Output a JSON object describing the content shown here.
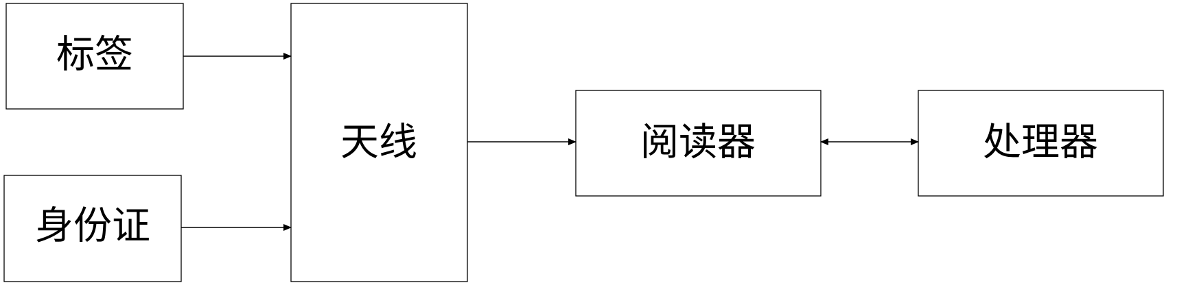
{
  "diagram": {
    "nodes": {
      "tag": {
        "label": "标签"
      },
      "id_card": {
        "label": "身份证"
      },
      "antenna": {
        "label": "天线"
      },
      "reader": {
        "label": "阅读器"
      },
      "processor": {
        "label": "处理器"
      }
    },
    "edges": [
      {
        "from": "tag",
        "to": "antenna",
        "direction": "forward"
      },
      {
        "from": "id_card",
        "to": "antenna",
        "direction": "forward"
      },
      {
        "from": "antenna",
        "to": "reader",
        "direction": "forward"
      },
      {
        "from": "reader",
        "to": "processor",
        "direction": "both"
      }
    ],
    "colors": {
      "stroke": "#000000",
      "background": "#ffffff"
    }
  }
}
